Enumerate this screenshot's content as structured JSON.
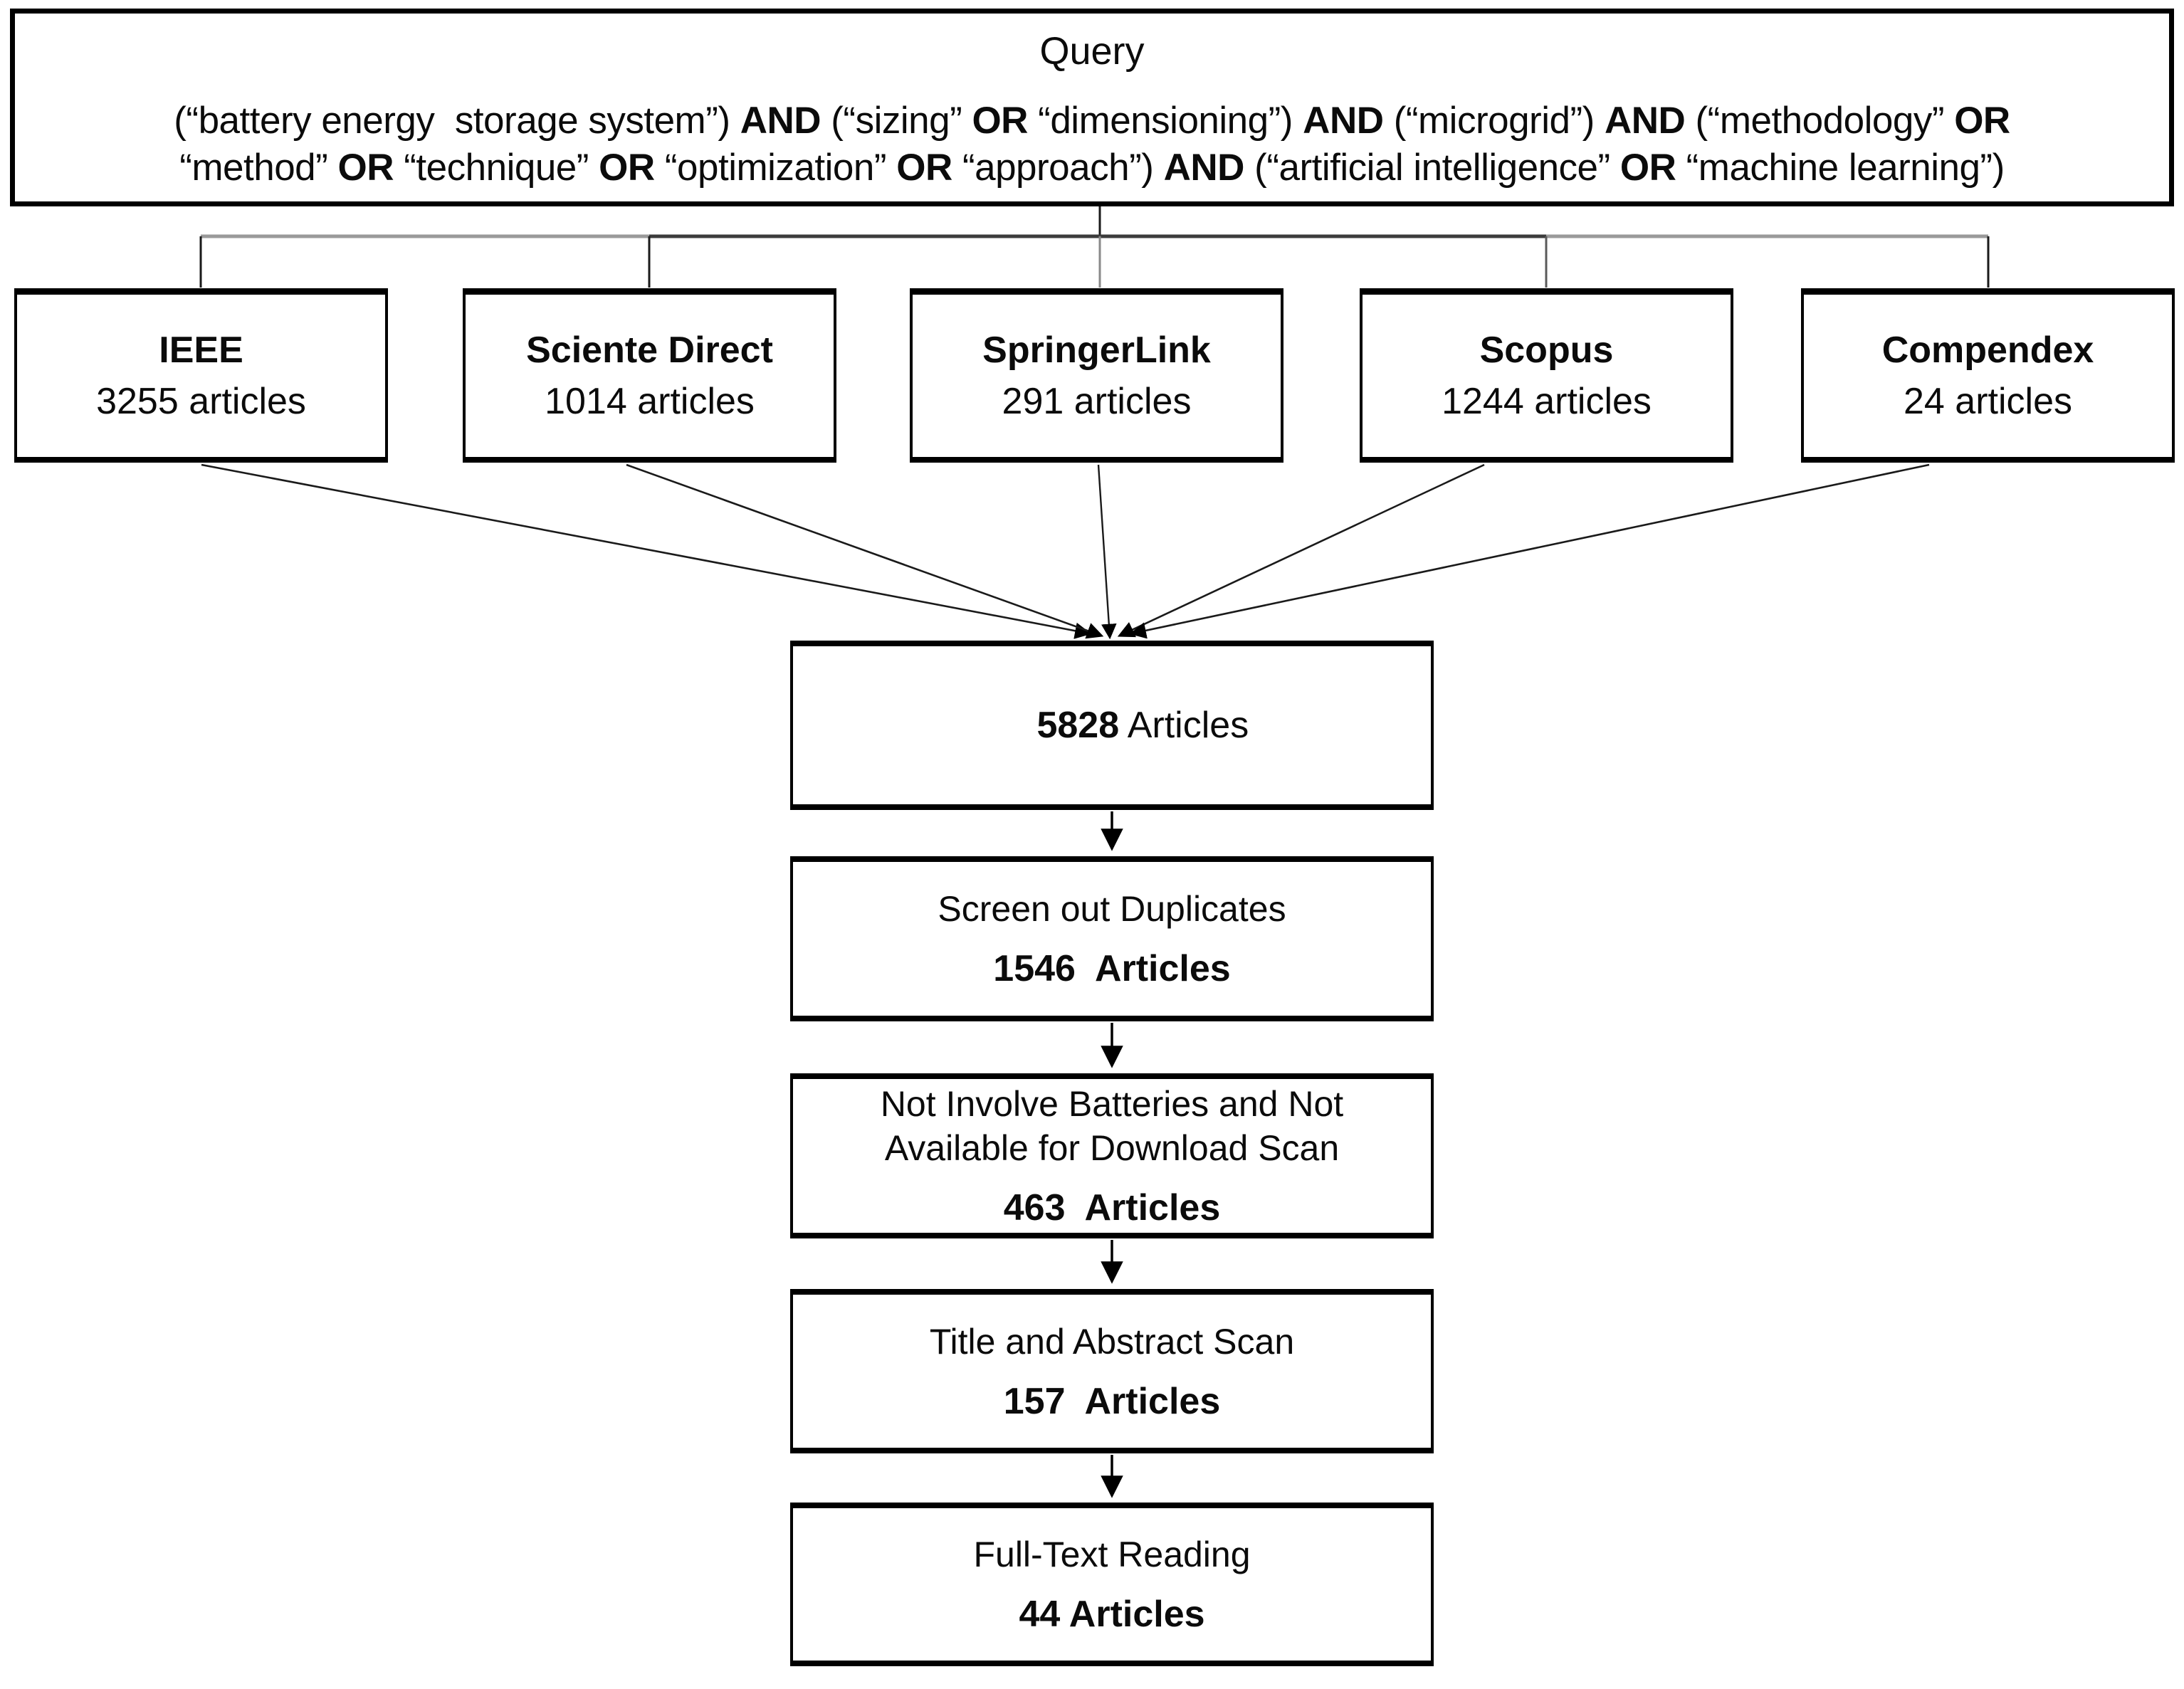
{
  "diagram": {
    "query": {
      "title": "Query",
      "line1": [
        {
          "text": "(“battery energy  storage system”) "
        },
        {
          "text": "AND",
          "bold": true
        },
        {
          "text": " (“sizing” "
        },
        {
          "text": "OR",
          "bold": true
        },
        {
          "text": " “dimensioning”) "
        },
        {
          "text": "AND",
          "bold": true
        },
        {
          "text": " (“microgrid”) "
        },
        {
          "text": "AND",
          "bold": true
        },
        {
          "text": " (“methodology” "
        },
        {
          "text": "OR",
          "bold": true
        }
      ],
      "line2": [
        {
          "text": "“method” "
        },
        {
          "text": "OR",
          "bold": true
        },
        {
          "text": " “technique” "
        },
        {
          "text": "OR",
          "bold": true
        },
        {
          "text": " “optimization” "
        },
        {
          "text": "OR",
          "bold": true
        },
        {
          "text": " “approach”) "
        },
        {
          "text": "AND",
          "bold": true
        },
        {
          "text": " (“artificial intelligence” "
        },
        {
          "text": "OR",
          "bold": true
        },
        {
          "text": " “machine learning”)"
        }
      ]
    },
    "databases": [
      {
        "name": "IEEE",
        "count": "3255 articles"
      },
      {
        "name": "Sciente Direct",
        "count": "1014 articles"
      },
      {
        "name": "SpringerLink",
        "count": "291 articles"
      },
      {
        "name": "Scopus",
        "count": "1244 articles"
      },
      {
        "name": "Compendex",
        "count": "24 articles"
      }
    ],
    "flow": [
      {
        "count": "5828",
        "suffix": " Articles"
      },
      {
        "label": "Screen out Duplicates",
        "count": "1546  Articles"
      },
      {
        "label": "Not Involve Batteries and Not Available for Download Scan",
        "count": "463  Articles"
      },
      {
        "label": "Title and Abstract Scan",
        "count": "157  Articles"
      },
      {
        "label": "Full-Text Reading",
        "count": "44 Articles"
      }
    ],
    "colors": {
      "line_gray": "#9a9a9a",
      "line_dark": "#3c3c3c",
      "line_black": "#1a1a1a",
      "border": "#000000"
    }
  }
}
